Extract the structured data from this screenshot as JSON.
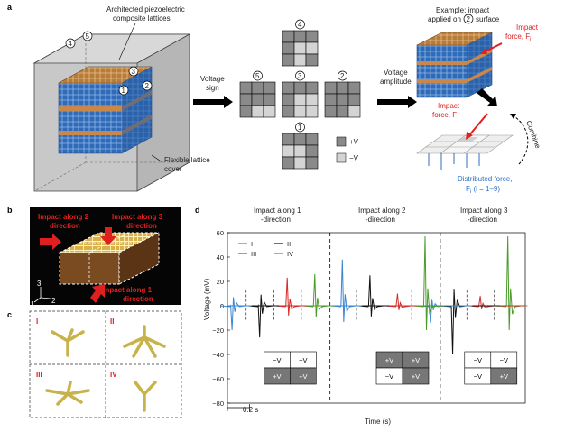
{
  "panels": {
    "a": {
      "label": "a",
      "lattice_label_line1": "Architected piezoelectric",
      "lattice_label_line2": "composite lattices",
      "cover_label_line1": "Flexible lattice",
      "cover_label_line2": "cover",
      "voltage_sign_line1": "Voltage",
      "voltage_sign_line2": "sign",
      "voltage_amp_line1": "Voltage",
      "voltage_amp_line2": "amplitude",
      "example_line1": "Example: impact",
      "example_line2a": "applied on",
      "example_line2b": "surface",
      "example_circle": "2",
      "impact_fi_line1": "Impact",
      "impact_fi_line2": "force, F",
      "impact_fi_sub": "i",
      "impact_f_line1": "Impact",
      "impact_f_line2": "force, F",
      "combine": "Combine",
      "distributed_line1": "Distributed force,",
      "distributed_line2": "F",
      "distributed_sub": "i",
      "distributed_tail": " (i = 1–9)",
      "legend_plus": "+V",
      "legend_minus": "−V",
      "surface_numbers": [
        "1",
        "2",
        "3",
        "4",
        "5"
      ]
    },
    "b": {
      "label": "b",
      "impact2": [
        "Impact along 2",
        "direction"
      ],
      "impact3": [
        "Impact along 3",
        "direction"
      ],
      "impact1": [
        "Impact along 1",
        "direction"
      ],
      "axes": [
        "3",
        "1",
        "2"
      ]
    },
    "c": {
      "label": "c",
      "cells": [
        "I",
        "II",
        "III",
        "IV"
      ]
    },
    "d": {
      "label": "d",
      "section_titles": [
        [
          "Impact along 1",
          "-direction"
        ],
        [
          "Impact along 2",
          "-direction"
        ],
        [
          "Impact along 3",
          "-direction"
        ]
      ],
      "scale_bar": "0.2 s",
      "sign_tables": [
        [
          [
            "−V",
            "−V"
          ],
          [
            "+V",
            "+V"
          ]
        ],
        [
          [
            "+V",
            "+V"
          ],
          [
            "−V",
            "+V"
          ]
        ],
        [
          [
            "−V",
            "−V"
          ],
          [
            "−V",
            "+V"
          ]
        ]
      ]
    }
  },
  "colors": {
    "series_I": "#3a86d0",
    "series_II": "#111111",
    "series_III": "#d42a2a",
    "series_IV": "#4a9a2a",
    "plus_cell": "#8a8a8a",
    "minus_cell": "#d4d4d4",
    "impact_red": "#e02020",
    "distributed_blue": "#2b6fc4"
  },
  "chart_data": {
    "type": "line",
    "xlabel": "Time (s)",
    "ylabel": "Voltage (mV)",
    "ylim": [
      -80,
      60
    ],
    "yticks": [
      60,
      40,
      20,
      0,
      -20,
      -40,
      -60,
      -80
    ],
    "legend": "top-left",
    "series": [
      {
        "name": "I",
        "color": "#3a86d0",
        "spikes": [
          [
            0.05,
            -20
          ],
          [
            1.05,
            38
          ],
          [
            1.85,
            -14
          ]
        ]
      },
      {
        "name": "II",
        "color": "#111111",
        "spikes": [
          [
            0.3,
            -26
          ],
          [
            1.3,
            25
          ],
          [
            2.05,
            -40
          ]
        ]
      },
      {
        "name": "III",
        "color": "#d42a2a",
        "spikes": [
          [
            0.55,
            23
          ],
          [
            1.55,
            10
          ],
          [
            2.3,
            8
          ]
        ]
      },
      {
        "name": "IV",
        "color": "#4a9a2a",
        "spikes": [
          [
            0.8,
            26
          ],
          [
            1.8,
            57
          ],
          [
            2.55,
            57
          ]
        ]
      }
    ],
    "xlim": [
      0,
      2.7
    ]
  }
}
